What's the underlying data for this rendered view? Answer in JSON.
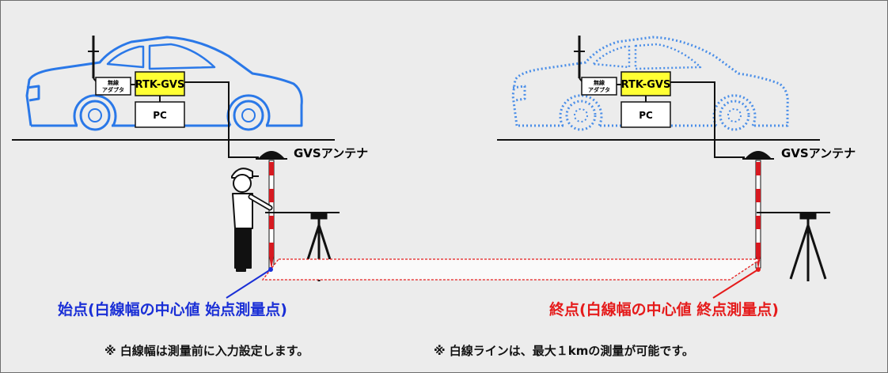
{
  "devices": {
    "rtk_gvs": "RTK-GVS",
    "pc": "PC",
    "adapter_line1": "無線",
    "adapter_line2": "アダプタ",
    "antenna_label": "GVSアンテナ"
  },
  "labels": {
    "start_point": "始点(白線幅の中心値 始点測量点)",
    "end_point": "終点(白線幅の中心値 終点測量点)"
  },
  "notes": {
    "note1": "※ 白線幅は測量前に入力設定します。",
    "note2": "※ 白線ラインは、最大１kmの測量が可能です。"
  },
  "colors": {
    "background": "#ececec",
    "car_solid": "#2a78e8",
    "car_dotted": "#4a8ee8",
    "device_box": "#ffff33",
    "start_label": "#1a2fd6",
    "end_label": "#e51b1b",
    "white_line_outline": "#e51b1b"
  }
}
